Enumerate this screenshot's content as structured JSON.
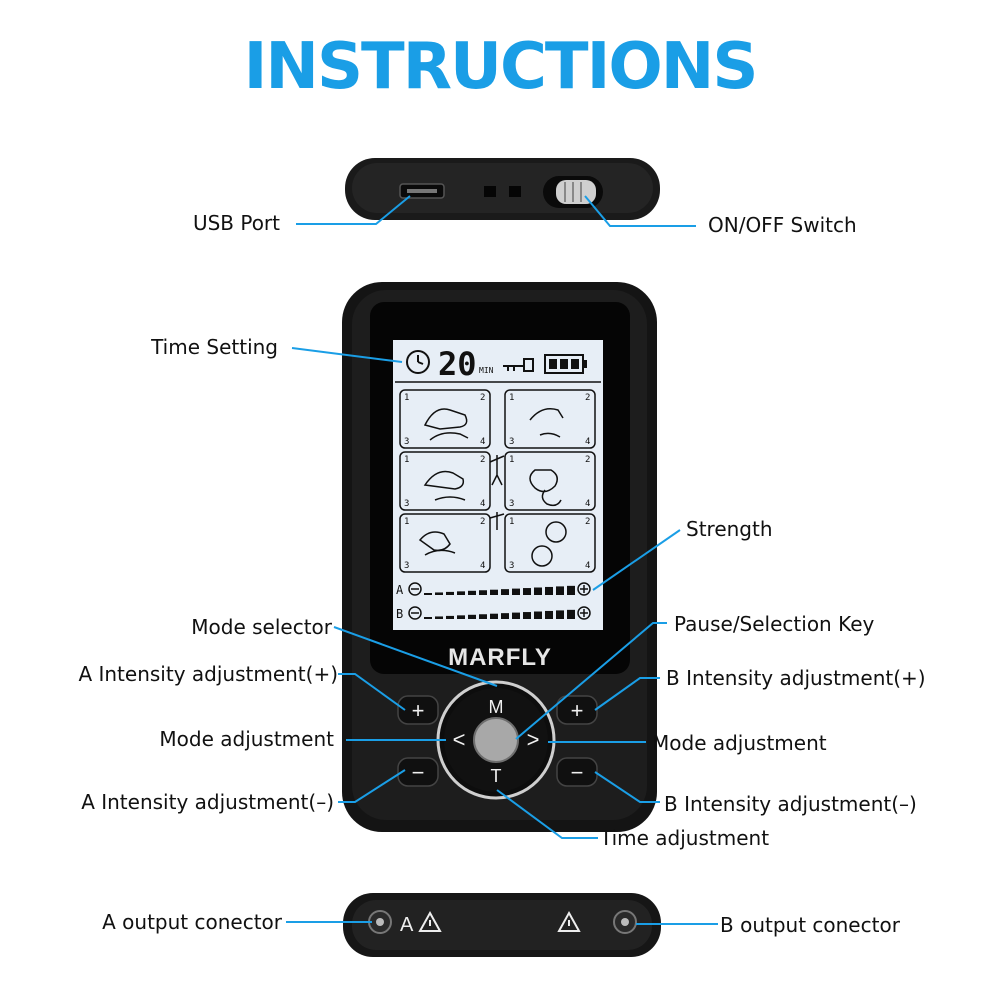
{
  "title": "INSTRUCTIONS",
  "colors": {
    "accent": "#1a9ee6",
    "device": "#151515",
    "lcd": "#e7eef6"
  },
  "device": {
    "brand": "MARFLY",
    "lcd": {
      "minutes": "20",
      "minutes_unit": "MIN",
      "channel_a": "A",
      "channel_b": "B"
    },
    "buttons": {
      "mode": "M",
      "time": "T",
      "prev": "<",
      "next": ">",
      "plus": "+",
      "minus": "−"
    },
    "bottom_channel_a": "A"
  },
  "labels": {
    "usb_port": "USB Port",
    "on_off_switch": "ON/OFF Switch",
    "time_setting": "Time Setting",
    "strength": "Strength",
    "mode_selector": "Mode selector",
    "pause_selection_key": "Pause/Selection Key",
    "a_intensity_plus": "A Intensity adjustment(+)",
    "b_intensity_plus": "B Intensity adjustment(+)",
    "mode_adjustment_left": "Mode adjustment",
    "mode_adjustment_right": "Mode adjustment",
    "a_intensity_minus": "A Intensity adjustment(–)",
    "b_intensity_minus": "B Intensity adjustment(–)",
    "time_adjustment": "Time adjustment",
    "a_output": "A output conector",
    "b_output": "B output conector"
  }
}
